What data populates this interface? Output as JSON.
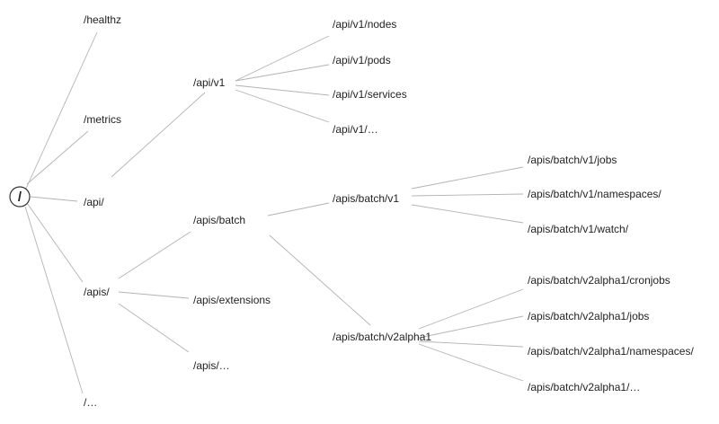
{
  "tree": {
    "root": {
      "id": "root",
      "label": "/"
    },
    "nodes": [
      {
        "id": "healthz",
        "label": "/healthz",
        "parent": "root"
      },
      {
        "id": "metrics",
        "label": "/metrics",
        "parent": "root"
      },
      {
        "id": "api",
        "label": "/api/",
        "parent": "root"
      },
      {
        "id": "apis",
        "label": "/apis/",
        "parent": "root"
      },
      {
        "id": "root-more",
        "label": "/…",
        "parent": "root"
      },
      {
        "id": "api-v1",
        "label": "/api/v1",
        "parent": "api"
      },
      {
        "id": "api-v1-nodes",
        "label": "/api/v1/nodes",
        "parent": "api-v1"
      },
      {
        "id": "api-v1-pods",
        "label": "/api/v1/pods",
        "parent": "api-v1"
      },
      {
        "id": "api-v1-services",
        "label": "/api/v1/services",
        "parent": "api-v1"
      },
      {
        "id": "api-v1-more",
        "label": "/api/v1/…",
        "parent": "api-v1"
      },
      {
        "id": "apis-batch",
        "label": "/apis/batch",
        "parent": "apis"
      },
      {
        "id": "apis-extensions",
        "label": "/apis/extensions",
        "parent": "apis"
      },
      {
        "id": "apis-more",
        "label": "/apis/…",
        "parent": "apis"
      },
      {
        "id": "batch-v1",
        "label": "/apis/batch/v1",
        "parent": "apis-batch"
      },
      {
        "id": "batch-v2alpha1",
        "label": "/apis/batch/v2alpha1",
        "parent": "apis-batch"
      },
      {
        "id": "batch-v1-jobs",
        "label": "/apis/batch/v1/jobs",
        "parent": "batch-v1"
      },
      {
        "id": "batch-v1-namespaces",
        "label": "/apis/batch/v1/namespaces/",
        "parent": "batch-v1"
      },
      {
        "id": "batch-v1-watch",
        "label": "/apis/batch/v1/watch/",
        "parent": "batch-v1"
      },
      {
        "id": "v2a1-cronjobs",
        "label": "/apis/batch/v2alpha1/cronjobs",
        "parent": "batch-v2alpha1"
      },
      {
        "id": "v2a1-jobs",
        "label": "/apis/batch/v2alpha1/jobs",
        "parent": "batch-v2alpha1"
      },
      {
        "id": "v2a1-namespaces",
        "label": "/apis/batch/v2alpha1/namespaces/",
        "parent": "batch-v2alpha1"
      },
      {
        "id": "v2a1-more",
        "label": "/apis/batch/v2alpha1/…",
        "parent": "batch-v2alpha1"
      }
    ]
  }
}
